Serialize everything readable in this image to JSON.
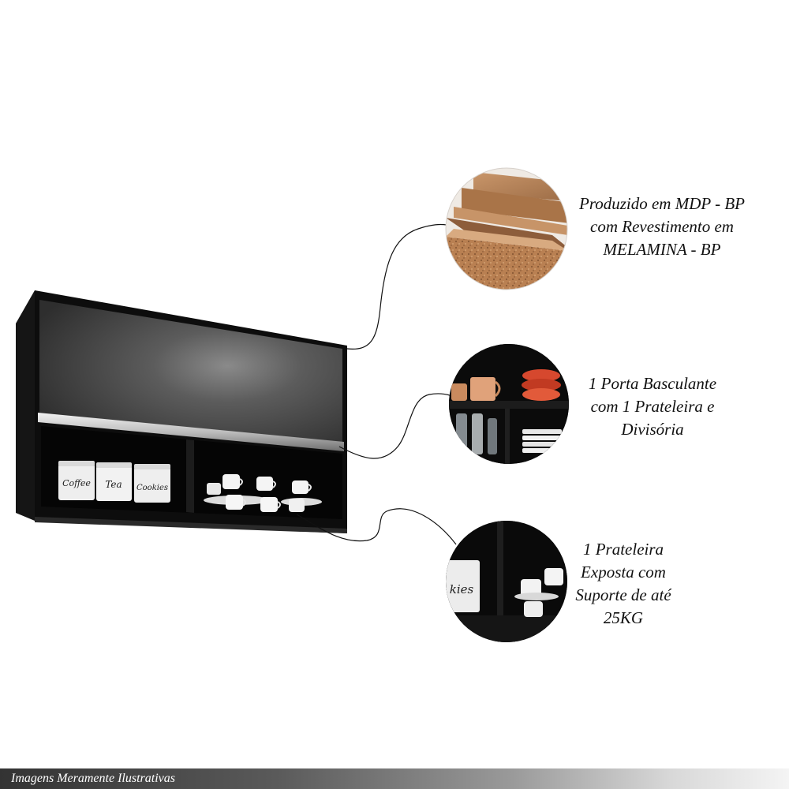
{
  "product": {
    "canisters": [
      "Coffee",
      "Tea",
      "Cookies"
    ]
  },
  "callouts": [
    {
      "lines": [
        "Produzido em MDP - BP",
        "com Revestimento em",
        "MELAMINA - BP"
      ],
      "image": "mdp-board-sample"
    },
    {
      "lines": [
        "1 Porta Basculante",
        "com 1 Prateleira e",
        "Divisória"
      ],
      "image": "shelf-with-mugs-and-glasses"
    },
    {
      "lines": [
        "1 Prateleira",
        "Exposta com",
        "Suporte de até",
        "25KG"
      ],
      "image": "open-shelf-closeup"
    }
  ],
  "detail_labels": {
    "canister": "kies"
  },
  "footer": {
    "text": "Imagens Meramente Ilustrativas"
  },
  "colors": {
    "cabinet_black": "#0d0d0d",
    "door_gray": "#4a4a4a",
    "handle_aluminum": "#c9c9c9",
    "mdp_wood": "#b07a4f",
    "connector_line": "#111111"
  }
}
